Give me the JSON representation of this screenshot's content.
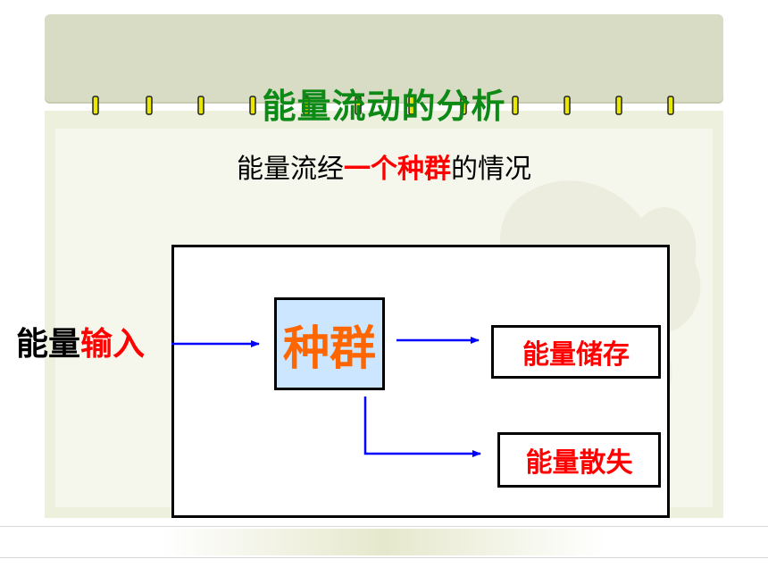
{
  "slide": {
    "title": "能量流动的分析",
    "subtitle_prefix": "能量流经",
    "subtitle_highlight": "一个种群",
    "subtitle_suffix": "的情况"
  },
  "diagram": {
    "input_prefix": "能量",
    "input_highlight": "输入",
    "population": "种群",
    "output_store": "能量储存",
    "output_loss": "能量散失"
  },
  "colors": {
    "title": "#0d8a16",
    "highlight": "#ff0000",
    "population_text": "#ff6600",
    "population_fill": "#cce6ff",
    "arrow": "#0000ff"
  }
}
